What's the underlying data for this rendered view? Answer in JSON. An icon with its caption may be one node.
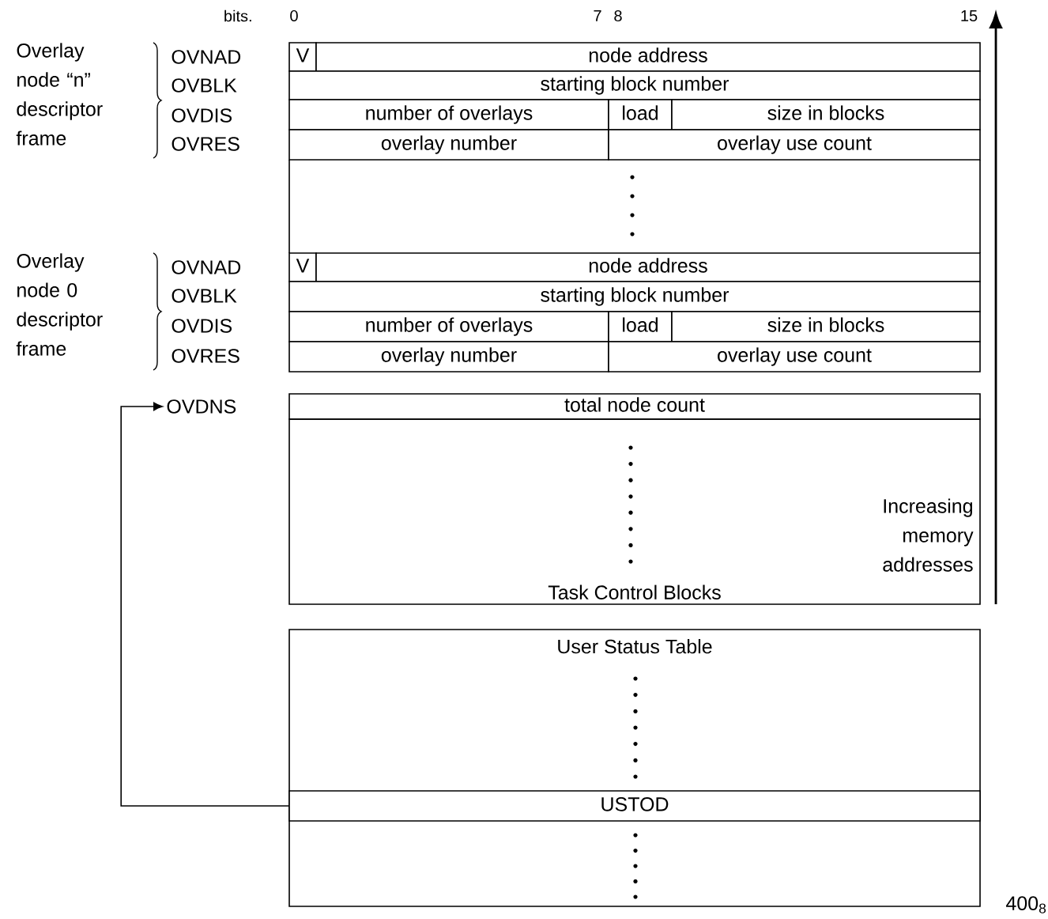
{
  "diagram": {
    "nodes": [
      {
        "text": [
          "V"
        ]
      },
      {
        "text": [
          "node address"
        ]
      },
      {
        "text": [
          "starting block number"
        ]
      },
      {
        "text": [
          "number of overlays"
        ]
      },
      {
        "text": [
          "load"
        ]
      },
      {
        "text": [
          "size in blocks"
        ]
      },
      {
        "text": [
          "overlay number"
        ]
      },
      {
        "text": [
          "overlay use count"
        ]
      },
      {
        "text": [
          "V"
        ]
      },
      {
        "text": [
          "node address"
        ]
      },
      {
        "text": [
          "starting block number"
        ]
      },
      {
        "text": [
          "number of overlays"
        ]
      },
      {
        "text": [
          "load"
        ]
      },
      {
        "text": [
          "size in blocks"
        ]
      },
      {
        "text": [
          "overlay number"
        ]
      },
      {
        "text": [
          "overlay use count"
        ]
      },
      {
        "text": [
          "total node count"
        ]
      },
      {
        "text": [
          "Task Control Blocks"
        ]
      },
      {
        "text": [
          "User Status Table"
        ]
      },
      {
        "text": [
          "USTOD"
        ],
        "in": 18
      },
      {
        "text": [
          "OVDNS"
        ]
      }
    ],
    "edges": [
      {
        "from": 19,
        "to": 20,
        "arrow": "to"
      }
    ],
    "labels": [
      "bits.",
      "0",
      "7",
      "8",
      "15",
      "Overlay node “n” descriptor frame",
      "OVNAD",
      "OVBLK",
      "OVDIS",
      "OVRES",
      "Overlay node 0 descriptor frame",
      "OVNAD",
      "OVBLK",
      "OVDIS",
      "OVRES",
      "Increasing memory addresses",
      "400$_{8}$"
    ]
  }
}
